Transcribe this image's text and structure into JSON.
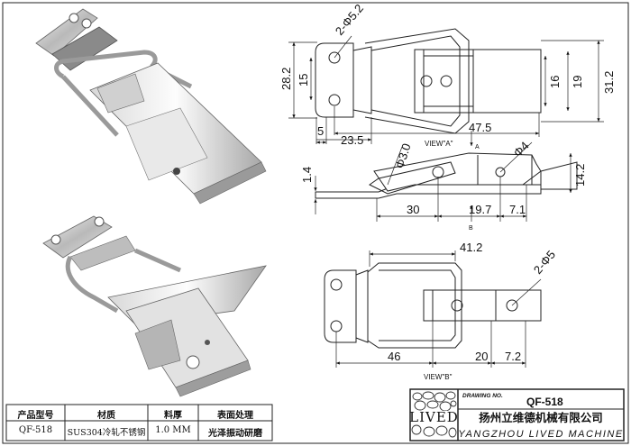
{
  "drawing": {
    "views": {
      "view_a_label": "VIEW\"A\"",
      "view_b_label": "VIEW\"B\"",
      "arrow_a": "A",
      "arrow_b": "B"
    },
    "dimensions": {
      "top_hole": "2-Φ5.2",
      "h_28_2": "28.2",
      "h_15": "15",
      "d_5": "5",
      "d_23_5": "23.5",
      "d_47_5": "47.5",
      "h_16": "16",
      "h_19": "19",
      "h_31_2": "31.2",
      "side_phi3": "Φ3.0",
      "side_phi4": "Φ4",
      "side_1_4": "1.4",
      "side_14_2": "14.2",
      "side_30": "30",
      "side_19_7": "19.7",
      "side_7_1": "7.1",
      "bot_41_2": "41.2",
      "bot_holes": "2-Φ5",
      "bot_46": "46",
      "bot_20": "20",
      "bot_7_2": "7.2"
    }
  },
  "spec_table": {
    "headers": [
      "产品型号",
      "材质",
      "料厚",
      "表面处理"
    ],
    "values": [
      "QF-518",
      "SUS304冷轧不锈钢",
      "1.0 MM",
      "光泽振动研磨"
    ]
  },
  "title_block": {
    "logo_text": "LIVED",
    "drawing_no_label": "DRAWING NO.",
    "drawing_no": "QF-518",
    "company_cn": "扬州立维德机械有限公司",
    "company_en": "YANGZHOU LIVED MACHINE"
  }
}
